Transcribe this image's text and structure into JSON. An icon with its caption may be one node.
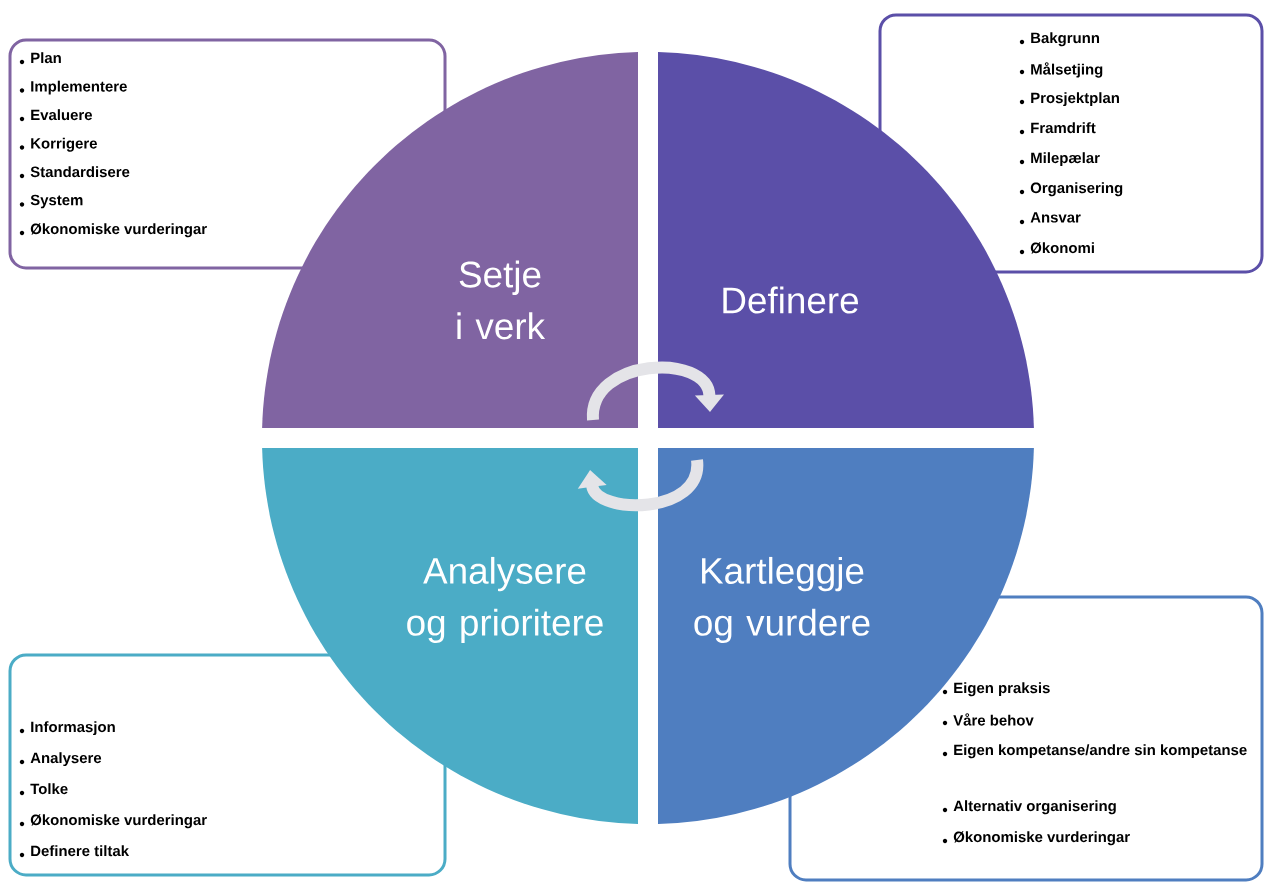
{
  "diagram": {
    "nodes": [
      {
        "text": [
          "Plan",
          "Implementere",
          "Evaluere",
          "Korrigere",
          "Standardisere",
          "System",
          "Økonomiske vurderingar"
        ]
      },
      {
        "text": [
          "Bakgrunn",
          "Målsetjing",
          "Prosjektplan",
          "Framdrift",
          "Milepælar",
          "Organisering",
          "Ansvar",
          "Økonomi"
        ]
      },
      {
        "text": [
          "Setje i verk"
        ]
      },
      {
        "text": [
          "Definere"
        ]
      },
      {
        "text": [
          "Analysere og prioritere"
        ]
      },
      {
        "text": [
          "Kartleggje og vurdere"
        ]
      },
      {
        "text": [
          "Informasjon",
          "Analysere",
          "Tolke",
          "Økonomiske vurderingar",
          "Definere tiltak"
        ]
      },
      {
        "text": [
          "Eigen praksis",
          "Våre behov",
          "Eigen kompetanse/andre sin kompetanse",
          "Alternativ organisering",
          "Økonomiske vurderingar"
        ]
      }
    ],
    "edges": [
      {
        "from": 2,
        "to": 3,
        "arrow": "to"
      },
      {
        "from": 5,
        "to": 4,
        "arrow": "to"
      }
    ]
  }
}
